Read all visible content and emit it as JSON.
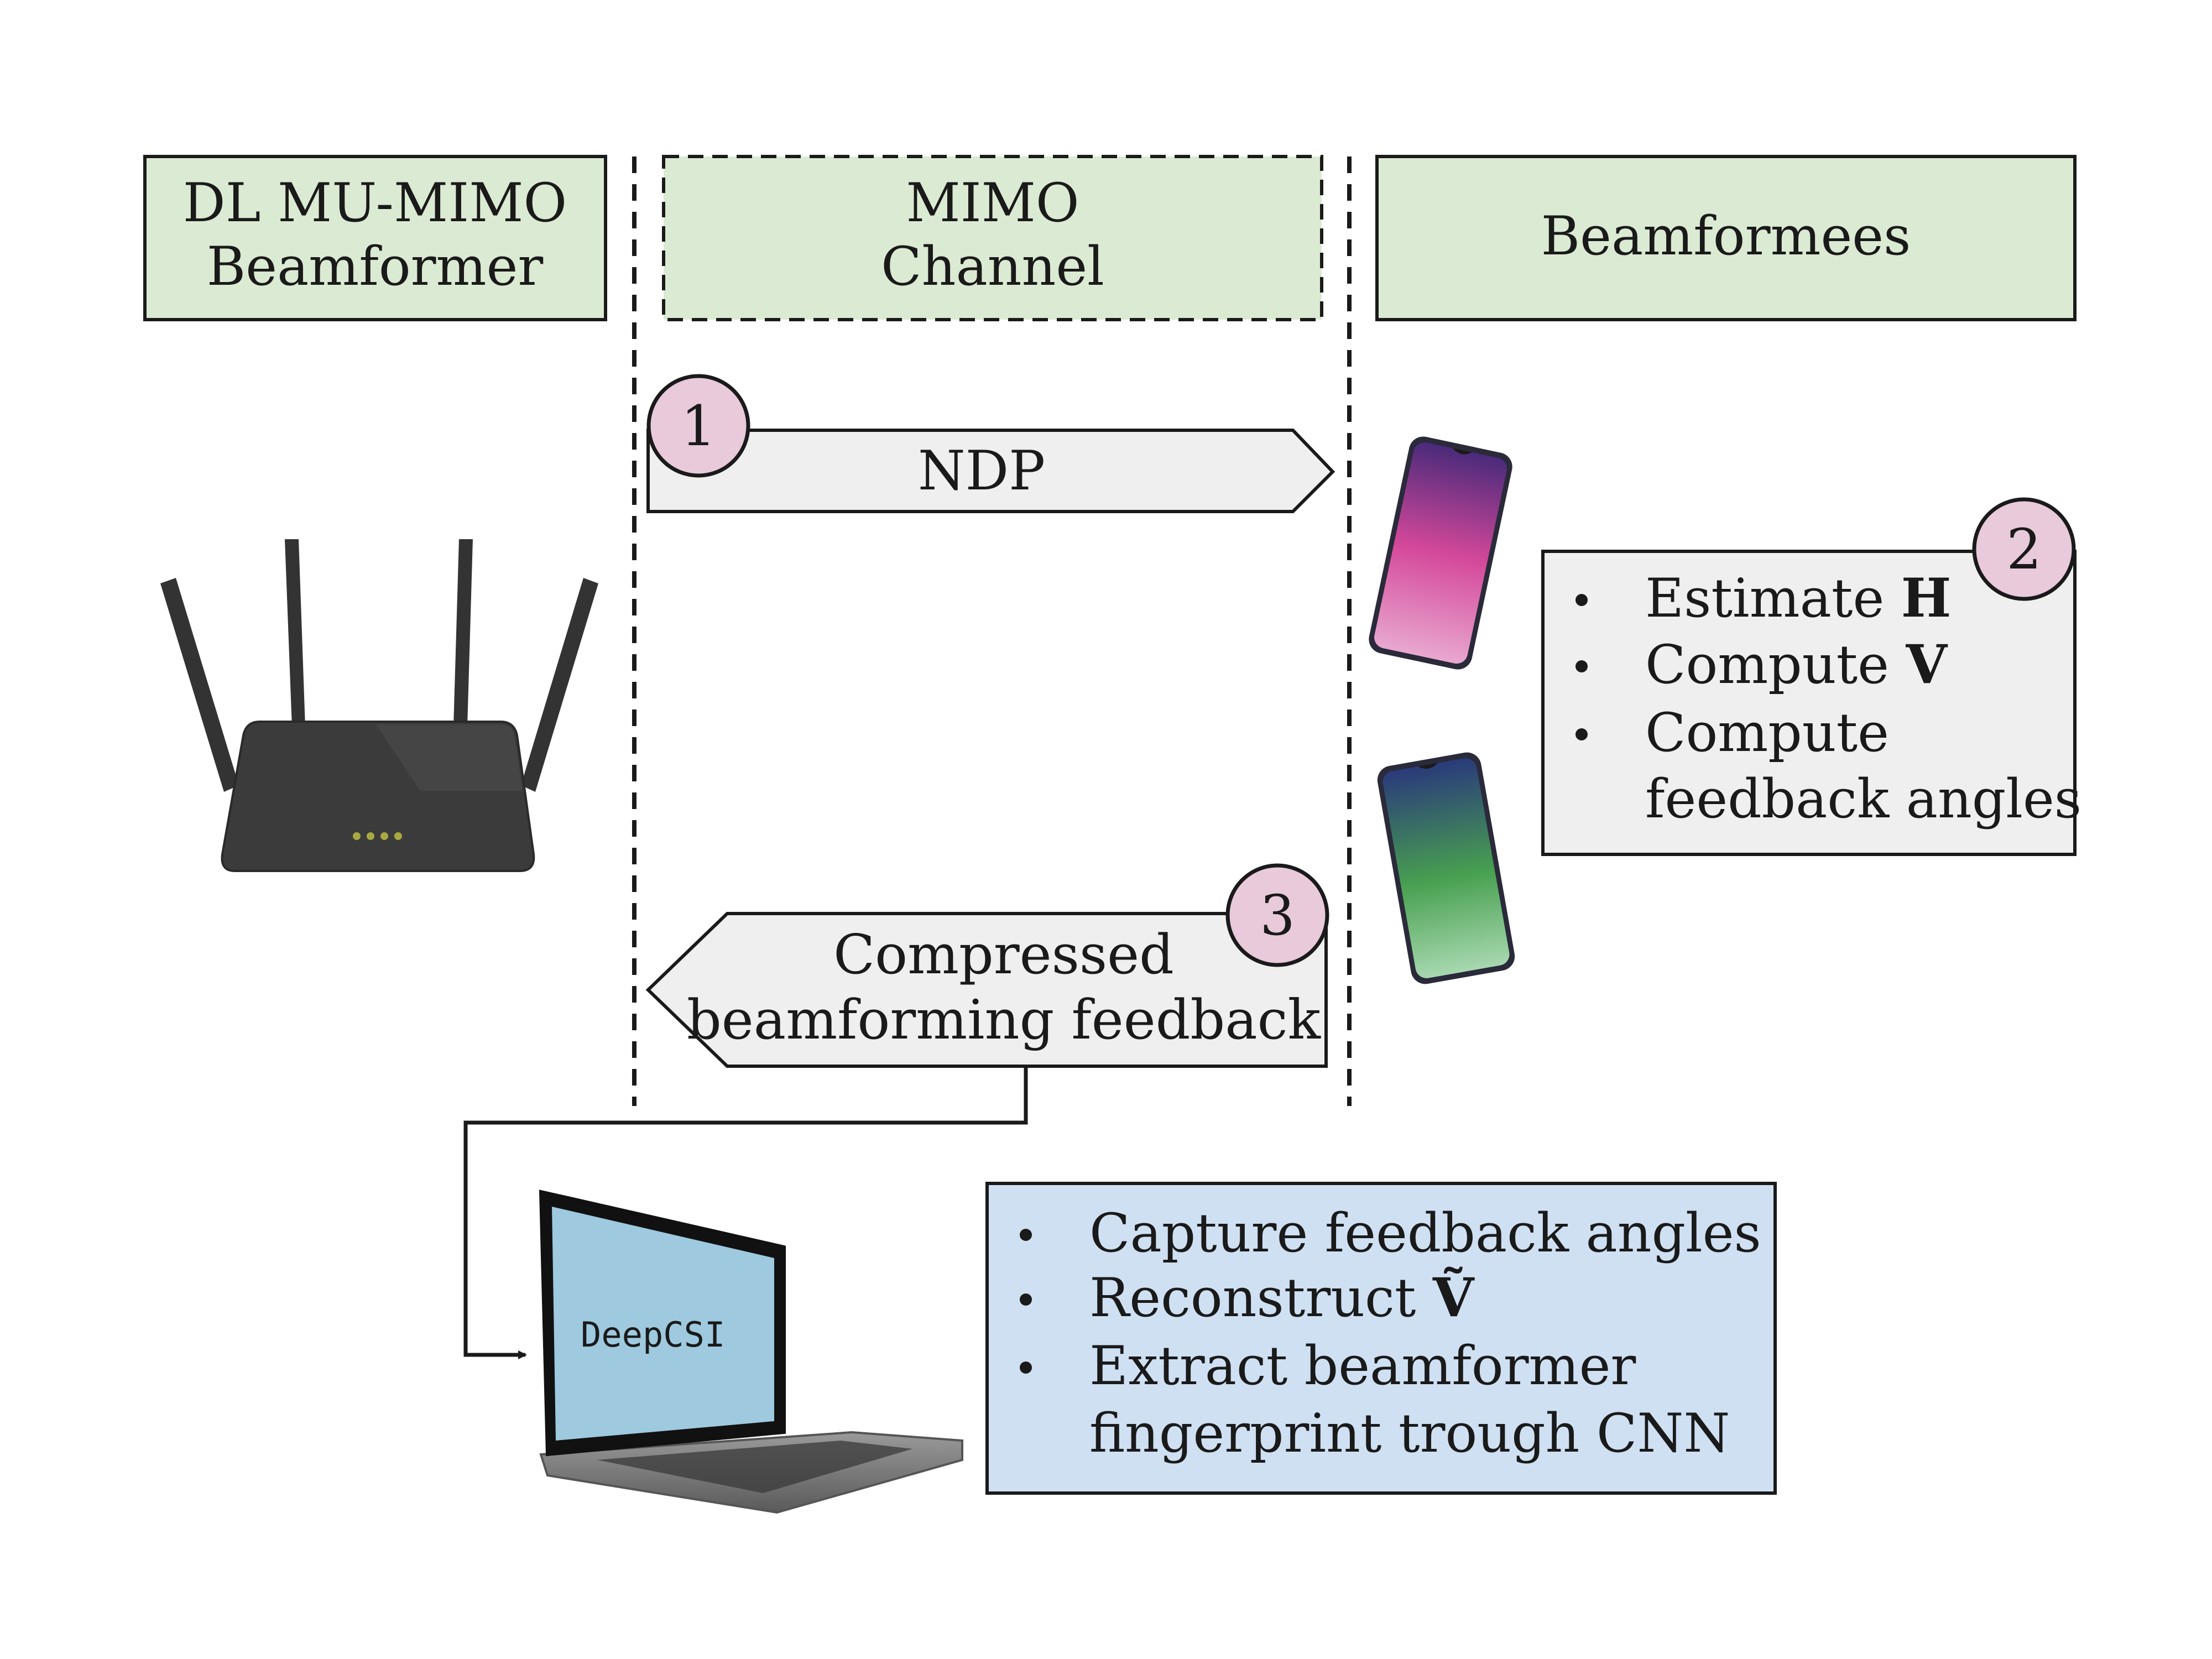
{
  "headers": {
    "beamformer": [
      "DL MU-MIMO",
      "Beamformer"
    ],
    "channel": [
      "MIMO",
      "Channel"
    ],
    "beamformees": "Beamformees"
  },
  "steps": {
    "one": {
      "number": "1",
      "label": "NDP"
    },
    "two": {
      "number": "2",
      "bullets": [
        {
          "text": "Estimate ",
          "math": "H"
        },
        {
          "text": "Compute ",
          "math": "V"
        },
        {
          "text": "Compute",
          "math": ""
        },
        {
          "text": "feedback angles",
          "math": "",
          "continuation": true
        }
      ]
    },
    "three": {
      "number": "3",
      "label": [
        "Compressed",
        "beamforming feedback"
      ]
    }
  },
  "laptop": {
    "screen_text": "DeepCSI"
  },
  "capture_box": {
    "bullets": [
      {
        "text": "Capture feedback angles",
        "math": ""
      },
      {
        "text": "Reconstruct ",
        "math": "Ṽ"
      },
      {
        "text": "Extract beamformer",
        "math": ""
      },
      {
        "text": "fingerprint trough CNN",
        "math": "",
        "continuation": true
      }
    ]
  },
  "colors": {
    "header_fill": "#dbead2",
    "gray_box": "#efefef",
    "circle_fill": "#e8cadb",
    "blue_box": "#cfe0f3",
    "screen": "#9ec9df",
    "router": "#3b3b3b",
    "stroke": "#1a1a1a"
  },
  "icons": {
    "router": "wifi-router-icon",
    "phone_top": "smartphone-icon",
    "phone_bottom": "smartphone-icon",
    "laptop": "laptop-icon"
  }
}
